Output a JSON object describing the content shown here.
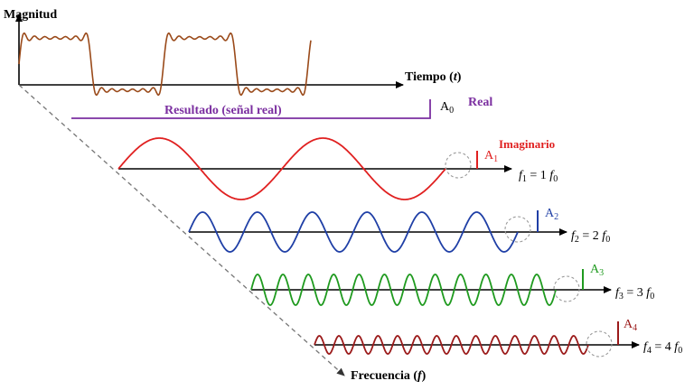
{
  "labels": {
    "magnitude_axis": "Magnitud",
    "time_axis": "Tiempo (",
    "time_var": "t",
    "time_close": ")",
    "frequency_axis": "Frecuencia (",
    "frequency_var": "f",
    "frequency_close": ")",
    "result": "Resultado (señal real)",
    "real": "Real",
    "imaginary": "Imaginario"
  },
  "dc_component": {
    "amp_letter": "A",
    "amp_sub": "0"
  },
  "harmonics": [
    {
      "f_letter": "f",
      "f_sub": "1",
      "f_eq": " = 1 ",
      "f0": "f",
      "f0_sub": "0",
      "amp_letter": "A",
      "amp_sub": "1",
      "cycles": 2,
      "color": "#e02020"
    },
    {
      "f_letter": "f",
      "f_sub": "2",
      "f_eq": " = 2 ",
      "f0": "f",
      "f0_sub": "0",
      "amp_letter": "A",
      "amp_sub": "2",
      "cycles": 6,
      "color": "#1f3fa6"
    },
    {
      "f_letter": "f",
      "f_sub": "3",
      "f_eq": " = 3 ",
      "f0": "f",
      "f0_sub": "0",
      "amp_letter": "A",
      "amp_sub": "3",
      "cycles": 12,
      "color": "#1f9a1f"
    },
    {
      "f_letter": "f",
      "f_sub": "4",
      "f_eq": " = 4 ",
      "f0": "f",
      "f0_sub": "0",
      "amp_letter": "A",
      "amp_sub": "4",
      "cycles": 14,
      "color": "#9b1a1a"
    }
  ],
  "colors": {
    "axis": "#000000",
    "square_wave": "#9a4a1a",
    "result_bracket": "#7b2fa0",
    "diagonal": "#777777",
    "circle": "#999999"
  }
}
